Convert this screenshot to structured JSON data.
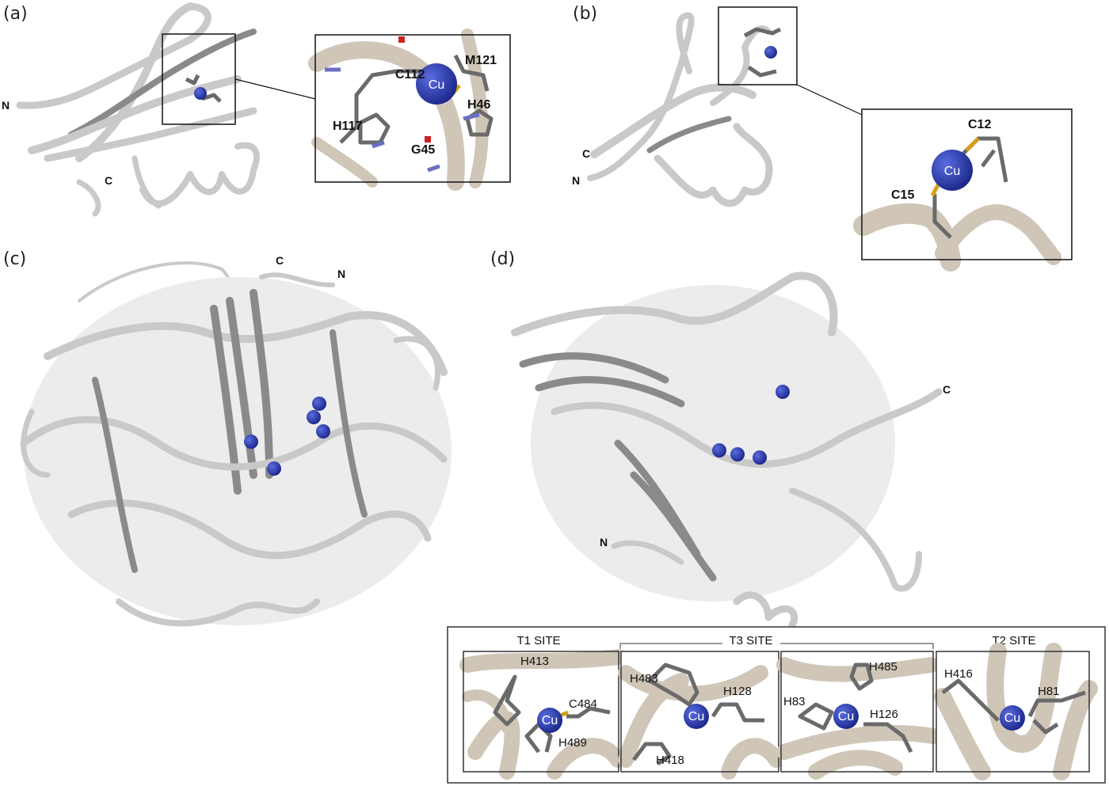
{
  "colors": {
    "copper": "#2a3ba8",
    "ribbon": "#c9c9c9",
    "inset_ribbon": "#cfc6b8",
    "sulfur": "#d4a017",
    "nitrogen": "#6b6fc4",
    "oxygen": "#cc2222"
  },
  "panels": {
    "a": {
      "label": "(a)",
      "n_terminus": "N",
      "c_terminus": "C",
      "inset": {
        "metal": "Cu",
        "residues": [
          "C112",
          "M121",
          "H46",
          "H117",
          "G45"
        ]
      }
    },
    "b": {
      "label": "(b)",
      "n_terminus": "N",
      "c_terminus": "C",
      "inset": {
        "metal": "Cu",
        "residues": [
          "C12",
          "C15"
        ]
      }
    },
    "c": {
      "label": "(c)",
      "n_terminus": "N",
      "c_terminus": "C"
    },
    "d": {
      "label": "(d)",
      "n_terminus": "N",
      "c_terminus": "C"
    }
  },
  "sites": {
    "t1": {
      "title": "T1 SITE",
      "metal": "Cu",
      "residues": [
        "H413",
        "C484",
        "H489"
      ]
    },
    "t3": {
      "title": "T3 SITE",
      "left": {
        "metal": "Cu",
        "residues": [
          "H483",
          "H128",
          "H418"
        ]
      },
      "right": {
        "metal": "Cu",
        "residues": [
          "H485",
          "H83",
          "H126"
        ]
      }
    },
    "t2": {
      "title": "T2 SITE",
      "metal": "Cu",
      "residues": [
        "H416",
        "H81"
      ]
    }
  }
}
